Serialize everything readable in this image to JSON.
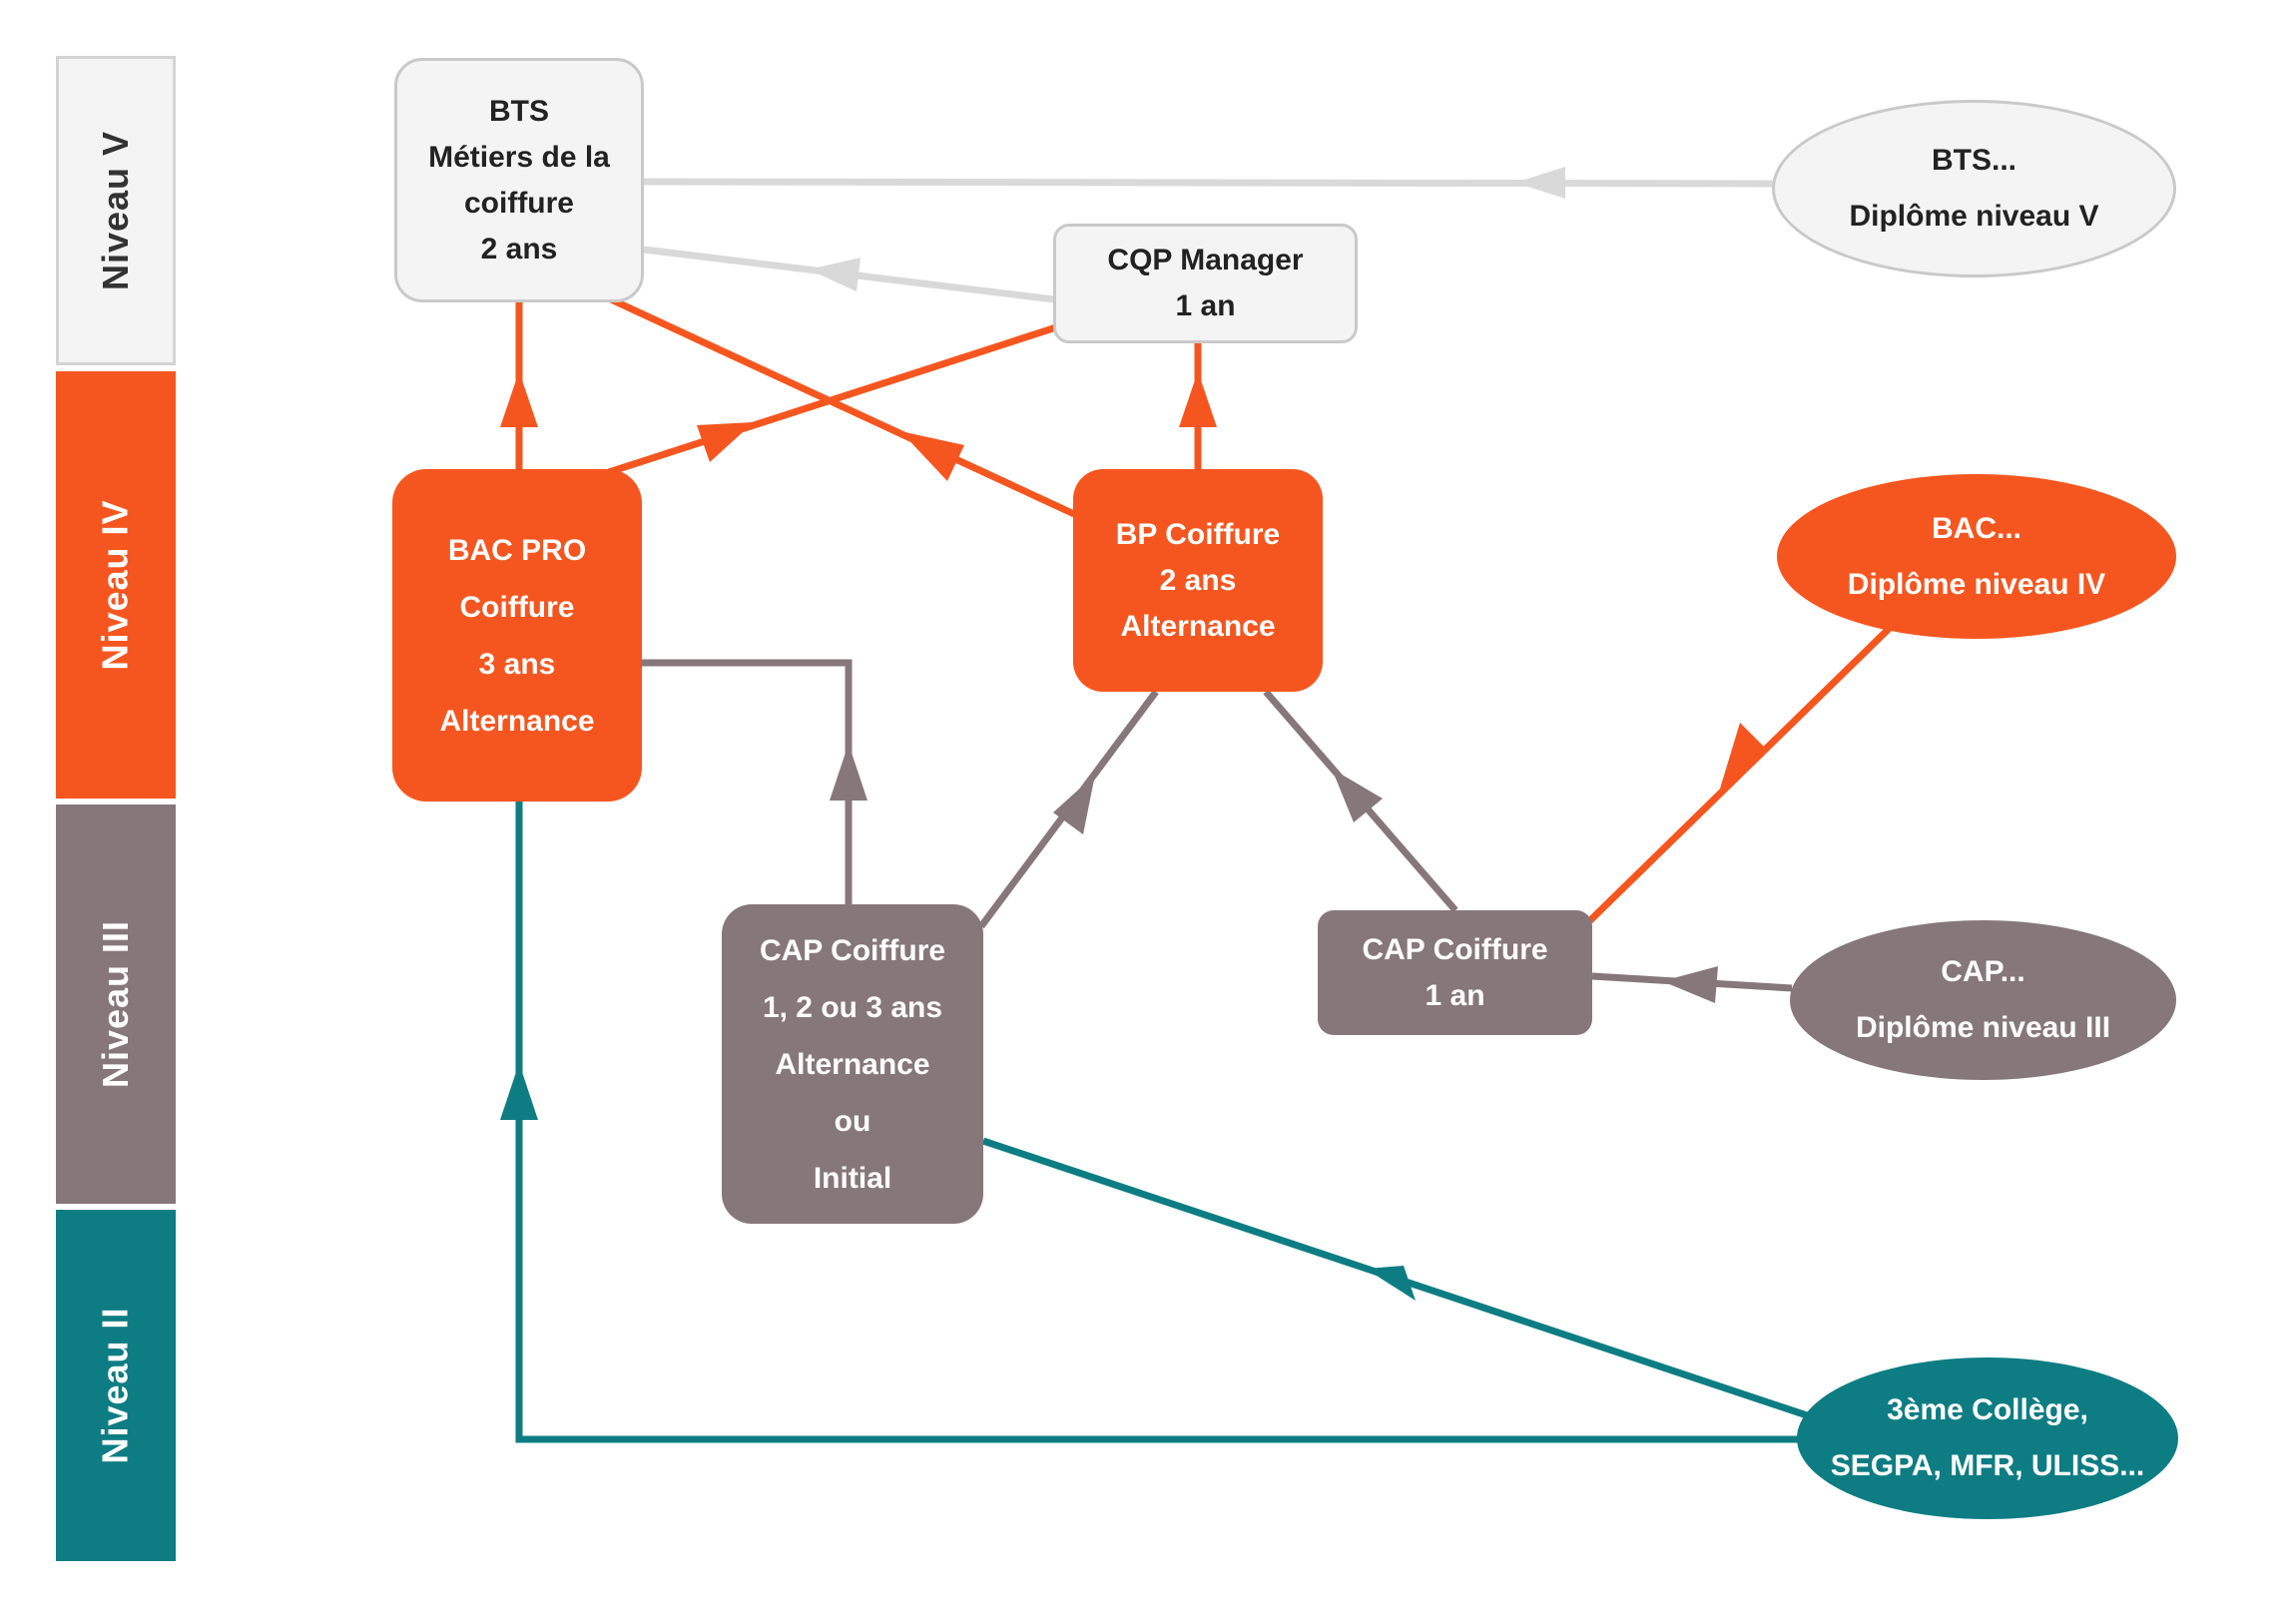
{
  "colors": {
    "level_v": "#f4f4f4",
    "level_iv": "#f5561f",
    "level_iii": "#86777b",
    "level_ii": "#0e7d83",
    "arrow_light": "#d9d9d9",
    "arrow_orange": "#f5561f",
    "arrow_grey": "#86777b",
    "arrow_teal": "#0e7d83"
  },
  "levels": {
    "v": "Niveau V",
    "iv": "Niveau IV",
    "iii": "Niveau III",
    "ii": "Niveau II"
  },
  "nodes": {
    "bts": [
      "BTS",
      "Métiers de la",
      "coiffure",
      "2 ans"
    ],
    "cqp": [
      "CQP Manager",
      "1 an"
    ],
    "bac_pro": [
      "BAC PRO",
      "Coiffure",
      "3 ans",
      "Alternance"
    ],
    "bp": [
      "BP Coiffure",
      "2 ans",
      "Alternance"
    ],
    "cap_1_2_3": [
      "CAP Coiffure",
      "1, 2 ou 3 ans",
      "Alternance",
      "ou",
      "Initial"
    ],
    "cap_1an": [
      "CAP Coiffure",
      "1 an"
    ]
  },
  "entries": {
    "bts": [
      "BTS...",
      "Diplôme niveau V"
    ],
    "bac": [
      "BAC...",
      "Diplôme niveau IV"
    ],
    "cap": [
      "CAP...",
      "Diplôme niveau III"
    ],
    "college": [
      "3ème Collège,",
      "SEGPA, MFR, ULISS..."
    ]
  }
}
